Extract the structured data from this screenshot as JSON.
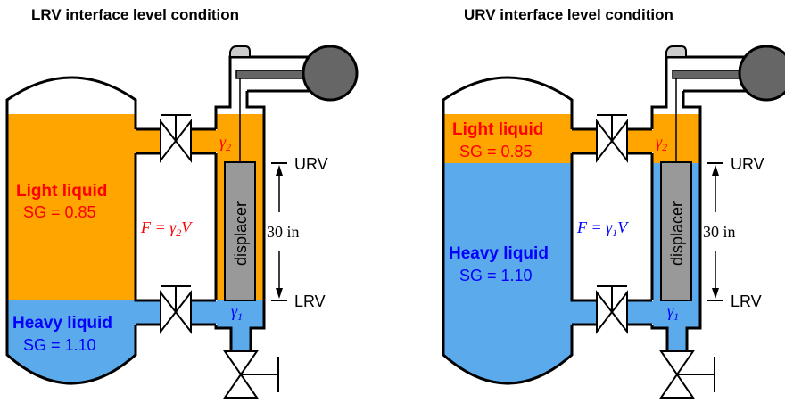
{
  "colors": {
    "light_liquid": "#FFA500",
    "heavy_liquid": "#5BAAEB",
    "light_label": "#FF0000",
    "heavy_label": "#0000FF",
    "displacer": "#999999",
    "head_ball": "#666666",
    "head_cap": "#CCCCCC"
  },
  "panels": [
    {
      "title": "LRV interface level condition",
      "light_label": "Light liquid",
      "light_sg": "SG = 0.85",
      "heavy_label": "Heavy liquid",
      "heavy_sg": "SG = 1.10",
      "formula_prefix": "F = γ",
      "formula_sub": "2",
      "formula_suffix": "V",
      "formula_color": "light",
      "upper_gamma": "γ",
      "upper_gamma_sub": "2",
      "lower_gamma": "γ",
      "lower_gamma_sub": "1",
      "displacer_label": "displacer",
      "urv_label": "URV",
      "lrv_label": "LRV",
      "span_label": "30 in",
      "interface_state": "LRV"
    },
    {
      "title": "URV interface level condition",
      "light_label": "Light liquid",
      "light_sg": "SG = 0.85",
      "heavy_label": "Heavy liquid",
      "heavy_sg": "SG = 1.10",
      "formula_prefix": "F = γ",
      "formula_sub": "1",
      "formula_suffix": "V",
      "formula_color": "heavy",
      "upper_gamma": "γ",
      "upper_gamma_sub": "2",
      "lower_gamma": "γ",
      "lower_gamma_sub": "1",
      "displacer_label": "displacer",
      "urv_label": "URV",
      "lrv_label": "LRV",
      "span_label": "30 in",
      "interface_state": "URV"
    }
  ]
}
